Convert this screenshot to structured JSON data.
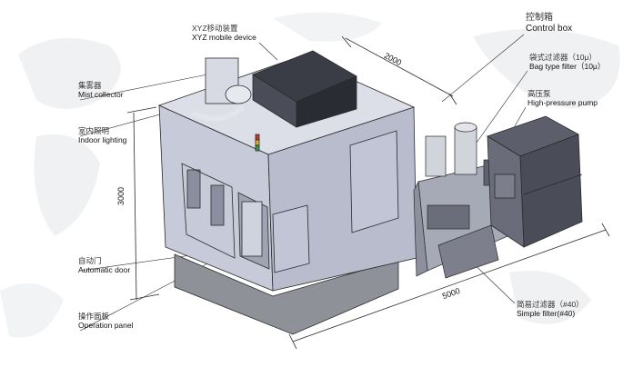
{
  "labels": {
    "xyz": {
      "cn": "XYZ移动装置",
      "en": "XYZ mobile device"
    },
    "mist": {
      "cn": "集雾器",
      "en": "Mist collector"
    },
    "indoor": {
      "cn": "室内照明",
      "en": "Indoor lighting"
    },
    "door": {
      "cn": "自动门",
      "en": "Automatic door"
    },
    "panel": {
      "cn": "操作面板",
      "en": "Operation panel"
    },
    "control": {
      "cn": "控制箱",
      "en": "Control box"
    },
    "bag": {
      "cn": "袋式过滤器（10μ）",
      "en": "Bag type filter（10μ）"
    },
    "pump": {
      "cn": "高压泵",
      "en": "High-pressure pump"
    },
    "simple": {
      "cn": "简易过滤器（#40）",
      "en": "Simple filter(#40)"
    }
  },
  "dimensions": {
    "height": "3000",
    "depth": "2000",
    "width": "5000"
  },
  "colors": {
    "body": "#c7cad9",
    "body_dark": "#a9adc0",
    "base": "#8f9198",
    "line": "#2a2a2a"
  }
}
